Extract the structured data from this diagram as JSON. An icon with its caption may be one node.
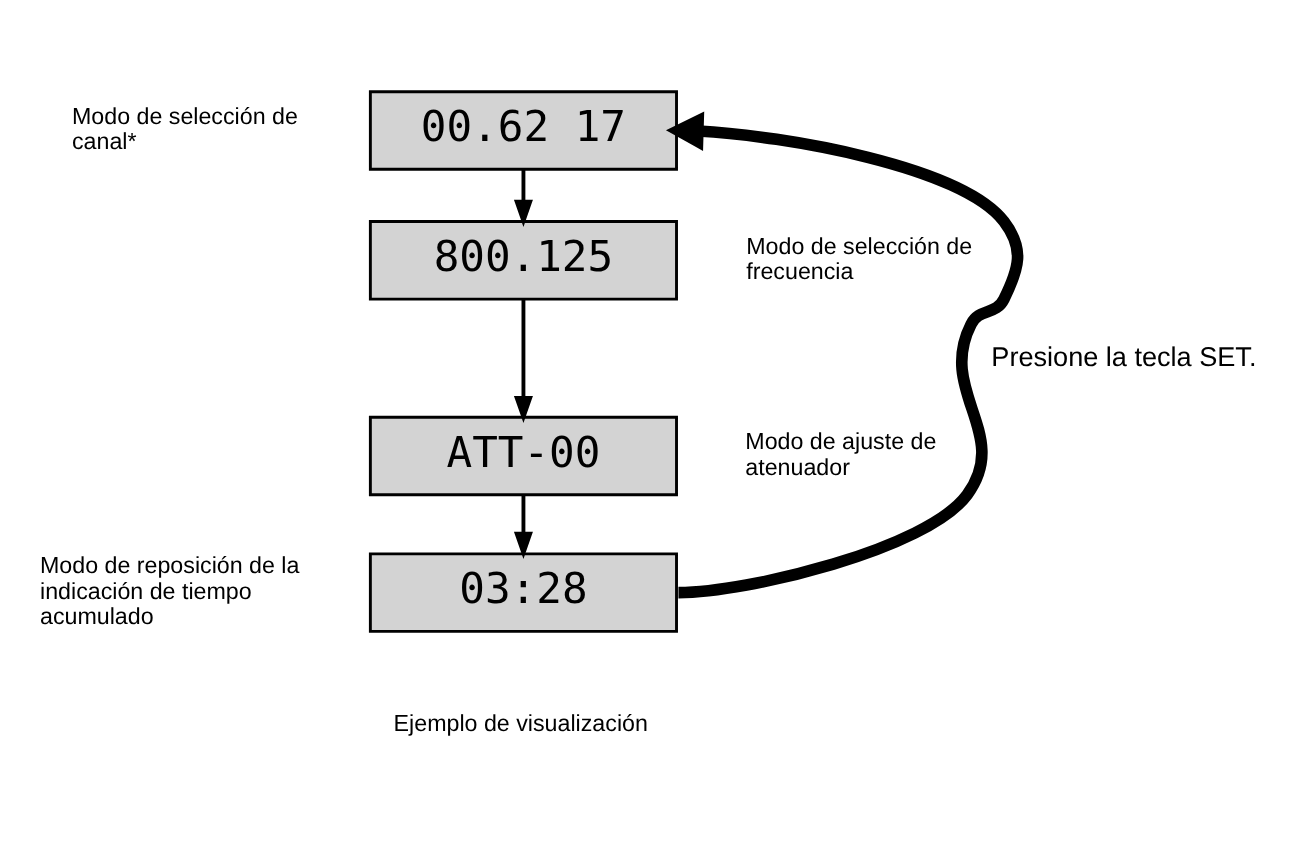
{
  "diagram": {
    "nodes": [
      {
        "text": [
          "00.62 17"
        ],
        "beside": [
          "Modo de selección de canal*"
        ]
      },
      {
        "text": [
          "800.125"
        ],
        "beside": [
          "Modo de selección de frecuencia"
        ]
      },
      {
        "text": [
          "ATT-00"
        ],
        "beside": [
          "Modo de ajuste de atenuador"
        ]
      },
      {
        "text": [
          "03:28"
        ],
        "beside": [
          "Modo de reposición de la indicación de tiempo acumulado"
        ]
      }
    ],
    "edges": [
      {
        "from": 0,
        "to": 1,
        "arrow": "to"
      },
      {
        "from": 1,
        "to": 2,
        "arrow": "to"
      },
      {
        "from": 2,
        "to": 3,
        "arrow": "to"
      },
      {
        "from": 3,
        "to": 0,
        "arrow": "to",
        "style": "thick",
        "label": "Presione la tecla SET."
      }
    ],
    "labels": [
      "Ejemplo de visualización"
    ]
  }
}
